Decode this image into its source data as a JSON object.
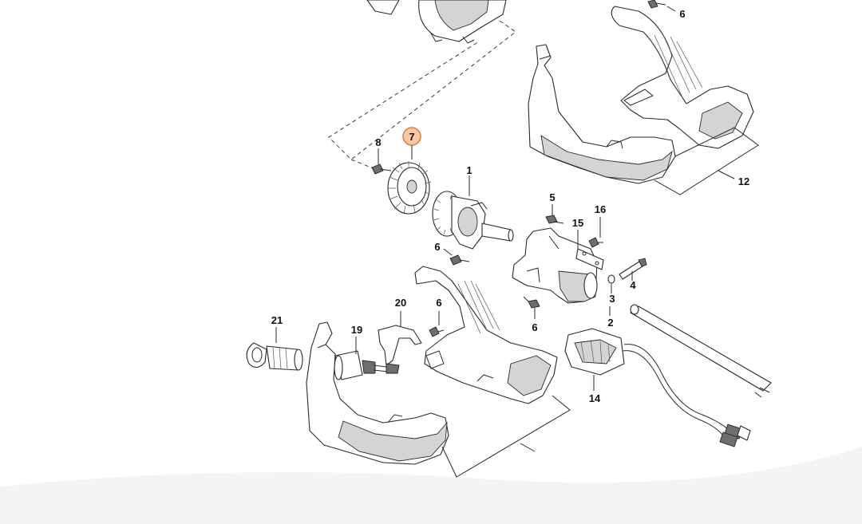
{
  "diagram": {
    "labels": {
      "p1": "1",
      "p2": "2",
      "p3": "3",
      "p4": "4",
      "p5": "5",
      "p6a": "6",
      "p6b": "6",
      "p6c": "6",
      "p6d": "6",
      "p7": "7",
      "p8": "8",
      "p12": "12",
      "p14": "14",
      "p15": "15",
      "p16": "16",
      "p19": "19",
      "p20": "20",
      "p21": "21"
    },
    "highlighted_part": "7",
    "highlight_color": "#f7c9a8"
  }
}
